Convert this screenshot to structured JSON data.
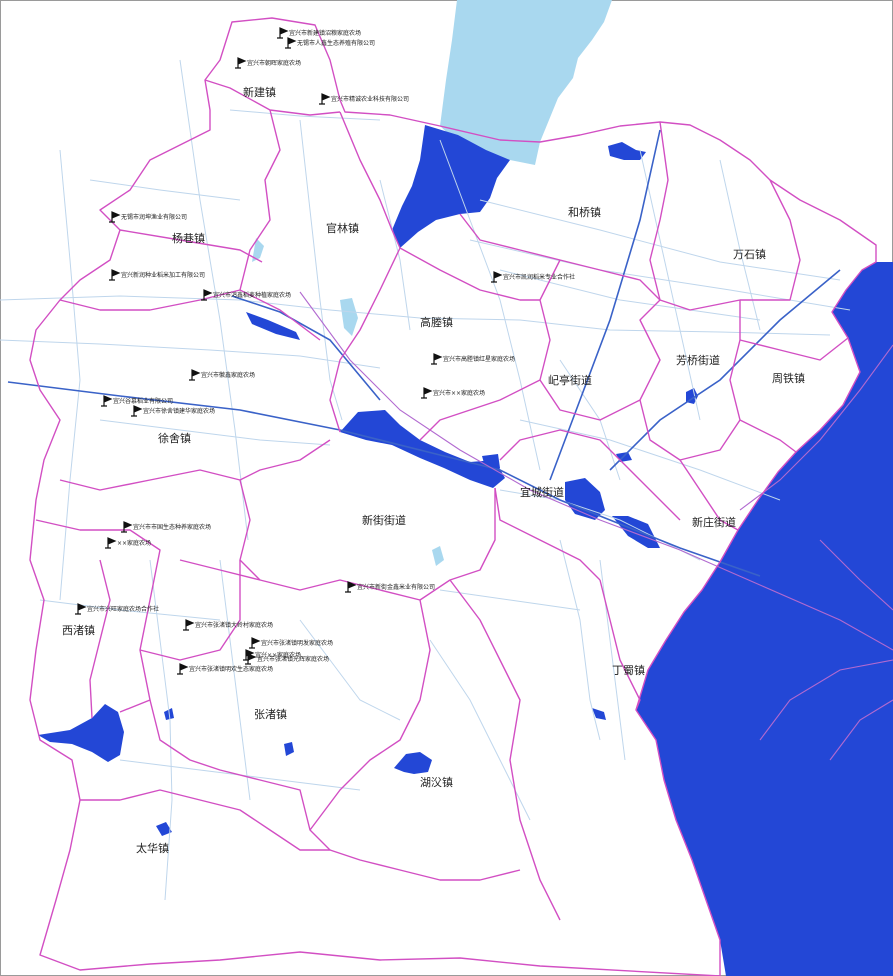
{
  "colors": {
    "lake": "#2347d6",
    "canal": "#a9d8ef",
    "boundary": "#d24fc3",
    "road": "#bfd6ec",
    "main_road": "#3a62c8",
    "rail": "#b26ad0",
    "marker": "#111111",
    "land": "#ffffff"
  },
  "towns": [
    {
      "id": "xinjian",
      "name": "新建镇"
    },
    {
      "id": "guanlin",
      "name": "官林镇"
    },
    {
      "id": "heqiao",
      "name": "和桥镇"
    },
    {
      "id": "wanshi",
      "name": "万石镇"
    },
    {
      "id": "yangxiang",
      "name": "杨巷镇"
    },
    {
      "id": "gaocheng",
      "name": "高塍镇"
    },
    {
      "id": "qiting",
      "name": "屺亭街道"
    },
    {
      "id": "fangqiao",
      "name": "芳桥街道"
    },
    {
      "id": "zhoutie",
      "name": "周铁镇"
    },
    {
      "id": "xushe",
      "name": "徐舍镇"
    },
    {
      "id": "xinjie",
      "name": "新街街道"
    },
    {
      "id": "yicheng",
      "name": "宜城街道"
    },
    {
      "id": "xinzhuang",
      "name": "新庄街道"
    },
    {
      "id": "xizhu",
      "name": "西渚镇"
    },
    {
      "id": "zhangzhu",
      "name": "张渚镇"
    },
    {
      "id": "dingshu",
      "name": "丁蜀镇"
    },
    {
      "id": "hufu",
      "name": "湖㳇镇"
    },
    {
      "id": "taihua",
      "name": "太华镇"
    }
  ],
  "points": [
    {
      "id": "p1",
      "label": "宜兴市新建镇沼粮家庭农场"
    },
    {
      "id": "p2",
      "label": "无锡市人鑫生态养殖有限公司"
    },
    {
      "id": "p3",
      "label": "宜兴市朝晖家庭农场"
    },
    {
      "id": "p4",
      "label": "宜兴市精诚农业科技有限公司"
    },
    {
      "id": "p5",
      "label": "无锡市润坤渔业有限公司"
    },
    {
      "id": "p6",
      "label": "宜兴新润种业稻米加工有限公司"
    },
    {
      "id": "p7",
      "label": "宜兴市鸿鑫稻麦种植家庭农场"
    },
    {
      "id": "p8",
      "label": "宜兴市凯润稻米专业合作社"
    },
    {
      "id": "p9",
      "label": "宜兴市高塍镇红星家庭农场"
    },
    {
      "id": "p10",
      "label": "宜兴市××家庭农场"
    },
    {
      "id": "p11",
      "label": "宜兴市徽鑫家庭农场"
    },
    {
      "id": "p12",
      "label": "宜兴谷慕稻业有限公司"
    },
    {
      "id": "p13",
      "label": "宜兴市徐舍镇建华家庭农场"
    },
    {
      "id": "p14",
      "label": "宜兴市市国生态种养家庭农场"
    },
    {
      "id": "p15",
      "label": "××家庭农场"
    },
    {
      "id": "p16",
      "label": "宜兴市新街金鑫米业有限公司"
    },
    {
      "id": "p17",
      "label": "宜兴市兴旺家庭农场合作社"
    },
    {
      "id": "p18",
      "label": "宜兴市张渚镇大岭村家庭农场"
    },
    {
      "id": "p19",
      "label": "宜兴市张渚镇明发家庭农场"
    },
    {
      "id": "p20",
      "label": "宜兴××家庭农场"
    },
    {
      "id": "p21",
      "label": "宜兴市张渚镇光辉家庭农场"
    },
    {
      "id": "p22",
      "label": "宜兴市张渚镇明欢生态家庭农场"
    }
  ]
}
